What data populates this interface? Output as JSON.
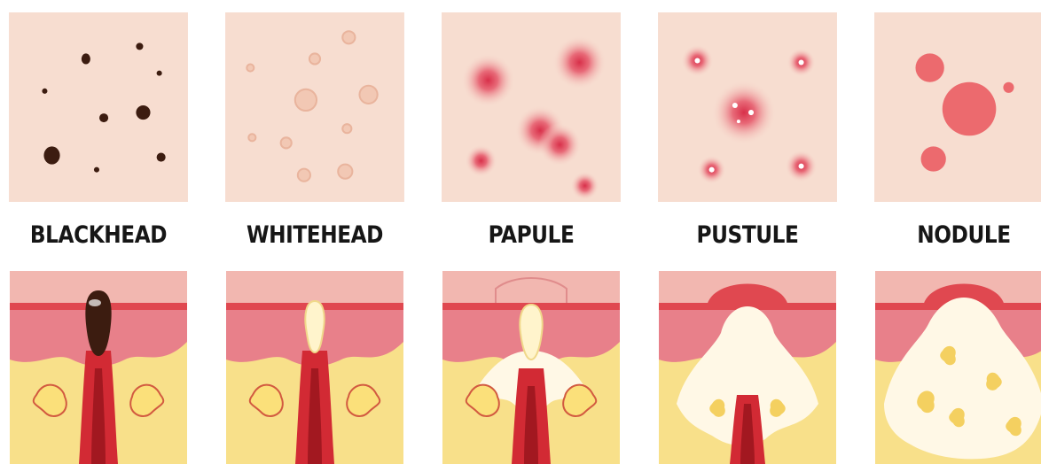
{
  "palette": {
    "skin_surface": "#f7ddd0",
    "epidermis": "#f2b7b0",
    "dermis_top_band": "#e04850",
    "dermis_pink": "#e8808a",
    "subcutaneous_yellow": "#f8e08a",
    "follicle_red": "#d22a34",
    "blackhead_plug": "#3c1c10",
    "whitehead_plug": "#fff4cc",
    "sebaceous_gland": "#fbe07a",
    "pus_white": "#fff8e6"
  },
  "stages": [
    {
      "id": "blackhead",
      "label": "BLACKHEAD",
      "icon": "blackhead-surface-icon"
    },
    {
      "id": "whitehead",
      "label": "WHITEHEAD",
      "icon": "whitehead-surface-icon"
    },
    {
      "id": "papule",
      "label": "PAPULE",
      "icon": "papule-surface-icon"
    },
    {
      "id": "pustule",
      "label": "PUSTULE",
      "icon": "pustule-surface-icon"
    },
    {
      "id": "nodule",
      "label": "NODULE",
      "icon": "nodule-surface-icon"
    }
  ]
}
